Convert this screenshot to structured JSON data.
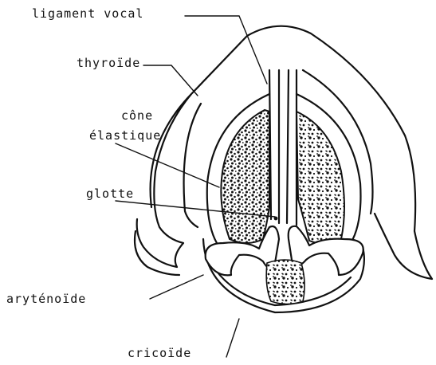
{
  "labels": {
    "ligament_vocal": "ligament vocal",
    "thyroide": "thyroïde",
    "cone_line1": "cône",
    "cone_line2": "élastique",
    "glotte": "glotte",
    "arytenoide": "aryténoïde",
    "cricoide": "cricoïde"
  },
  "colors": {
    "ink": "#111111",
    "paper": "#ffffff"
  }
}
